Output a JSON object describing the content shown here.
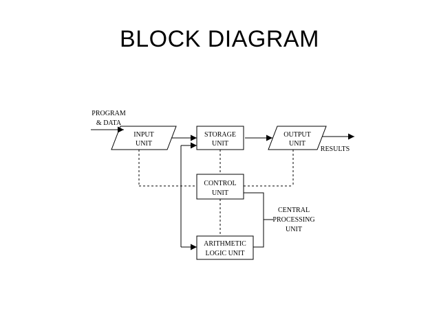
{
  "slide": {
    "title": "BLOCK DIAGRAM"
  },
  "diagram": {
    "input_label": [
      "PROGRAM",
      "& DATA"
    ],
    "input_unit": [
      "INPUT",
      "UNIT"
    ],
    "storage_unit": [
      "STORAGE",
      "UNIT"
    ],
    "output_unit": [
      "OUTPUT",
      "UNIT"
    ],
    "results_label": "RESULTS",
    "control_unit": [
      "CONTROL",
      "UNIT"
    ],
    "alu": [
      "ARITHMETIC",
      "LOGIC UNIT"
    ],
    "cpu_label": [
      "CENTRAL",
      "PROCESSING",
      "UNIT"
    ]
  }
}
